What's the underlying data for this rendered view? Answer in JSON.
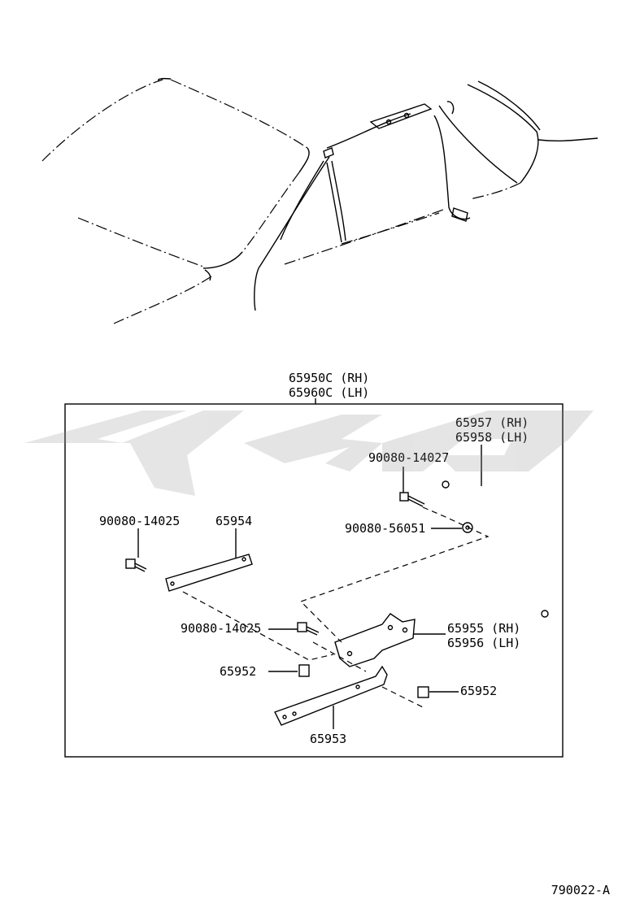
{
  "diagram": {
    "callouts": {
      "assembly_rh": "65950C (RH)",
      "assembly_lh": "65960C (LH)",
      "rod_rh": "65957 (RH)",
      "rod_lh": "65958 (LH)",
      "bolt_top": "90080-14027",
      "nut": "90080-56051",
      "bolt_left": "90080-14025",
      "strap": "65954",
      "bolt_mid": "90080-14025",
      "bracket_rh": "65955 (RH)",
      "bracket_lh": "65956 (LH)",
      "clip_left": "65952",
      "clip_right": "65952",
      "rail": "65953"
    },
    "figure_code": "790022-A"
  }
}
